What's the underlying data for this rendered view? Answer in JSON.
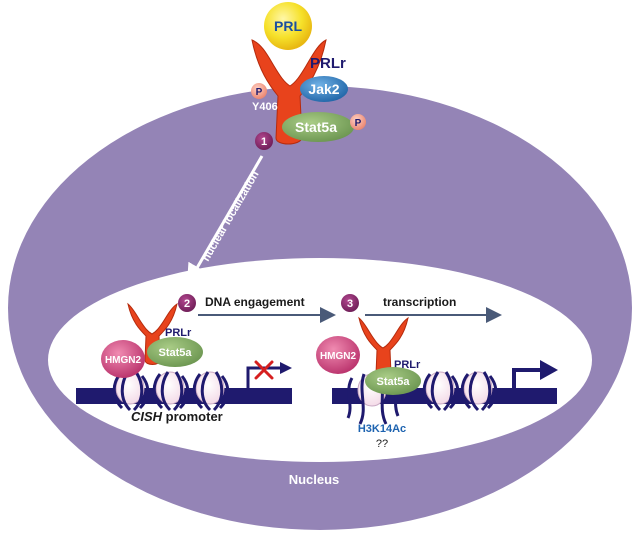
{
  "labels": {
    "prl": "PRL",
    "prlr_top": "PRLr",
    "jak2": "Jak2",
    "stat5a_top": "Stat5a",
    "p_left": "P",
    "p_right": "P",
    "y406": "Y406",
    "step1": "1",
    "step2": "2",
    "step3": "3",
    "nuclear_localization": "nuclear localization",
    "dna_engagement": "DNA engagement",
    "transcription": "transcription",
    "hmgn2_left": "HMGN2",
    "hmgn2_right": "HMGN2",
    "prlr_left": "PRLr",
    "prlr_right": "PRLr",
    "stat5a_left": "Stat5a",
    "stat5a_right": "Stat5a",
    "cish": "CISH",
    "promoter": " promoter",
    "h3k14ac": "H3K14Ac",
    "qq": "??",
    "nucleus": "Nucleus"
  },
  "colors": {
    "cell": "#9484b6",
    "nucleus_inner": "#ffffff",
    "receptor": "#e8431c",
    "prl": "#f6e12a",
    "jak2": "#2d7fc1",
    "stat5a": "#82aa62",
    "phospho": "#f3a08c",
    "step_badge": "#8a2a6e",
    "hmgn2": "#d2457f",
    "dna": "#1f1a6e",
    "arrow": "#4a5a78",
    "x_mark": "#d61f1f",
    "h3k14ac": "#1d63b0"
  }
}
